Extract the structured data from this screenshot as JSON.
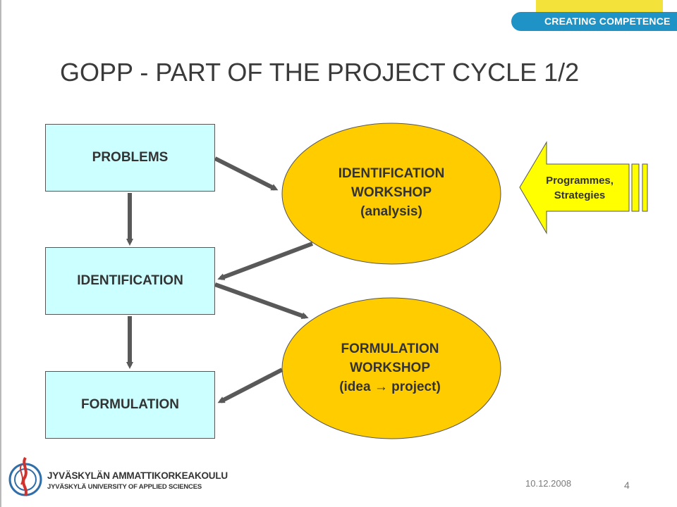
{
  "header": {
    "brand_tagline": "CREATING COMPETENCE",
    "title": "GOPP - PART OF THE PROJECT CYCLE 1/2"
  },
  "diagram": {
    "stages": [
      {
        "label": "PROBLEMS"
      },
      {
        "label": "IDENTIFICATION"
      },
      {
        "label": "FORMULATION"
      }
    ],
    "workshops": [
      {
        "lines": [
          "IDENTIFICATION",
          "WORKSHOP",
          "(analysis)"
        ]
      },
      {
        "lines": [
          "FORMULATION",
          "WORKSHOP",
          "(idea → project)"
        ]
      }
    ],
    "inputs": {
      "lines": [
        "Programmes,",
        "Strategies"
      ]
    }
  },
  "footer": {
    "org_name": "JYVÄSKYLÄN AMMATTIKORKEAKOULU",
    "org_name_en": "JYVÄSKYLÄ UNIVERSITY OF APPLIED SCIENCES",
    "date": "10.12.2008",
    "page_number": "4"
  },
  "colors": {
    "box_fill": "#ccffff",
    "ellipse_fill": "#ffcc00",
    "arrow": "#595959",
    "inputs_fill": "#ffff00",
    "brand_blue": "#1f93c6",
    "brand_yellow": "#f2e23a"
  }
}
